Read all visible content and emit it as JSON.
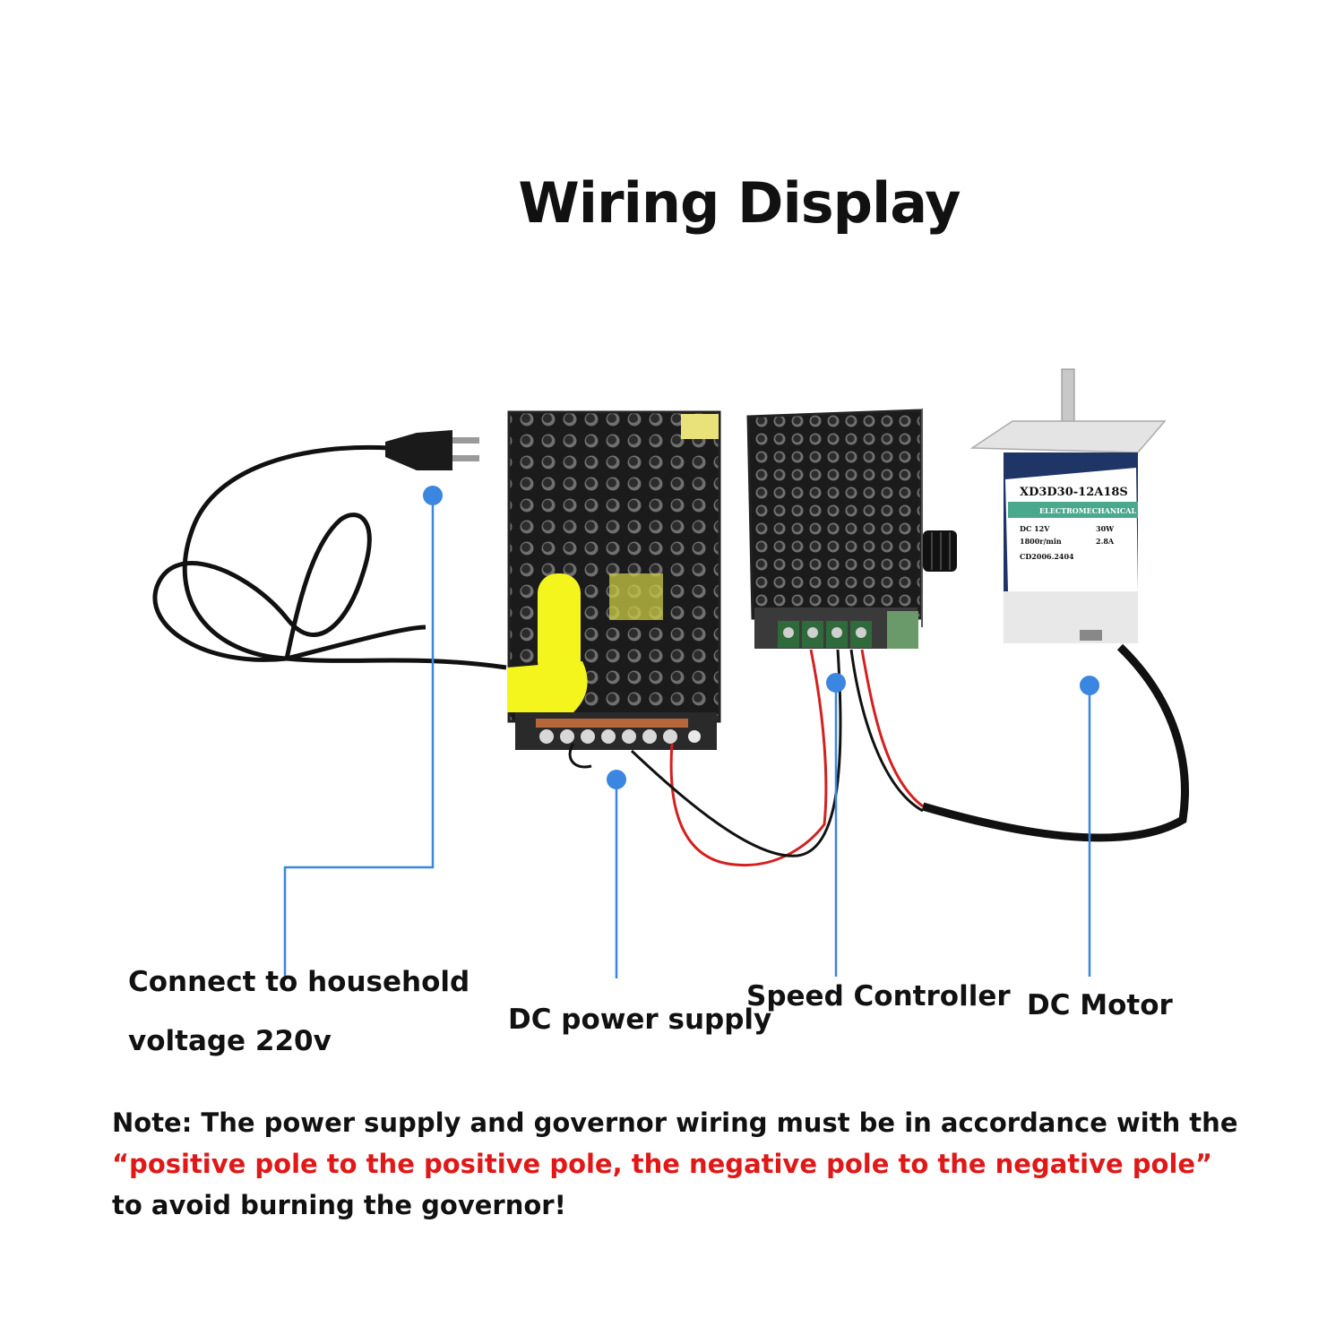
{
  "title": "Wiring Display",
  "labels": {
    "household_line1": "Connect to household",
    "household_line2": "voltage 220v",
    "power_supply": "DC power supply",
    "speed_controller": "Speed Controller",
    "motor": "DC Motor"
  },
  "note": {
    "line1": "Note: The power supply and governor wiring must be in accordance with the",
    "line2": "“positive pole to the positive pole, the negative pole to the negative pole”",
    "line3": "to avoid burning the governor!"
  },
  "motor_label": {
    "model": "XD3D30-12A18S",
    "brand": "ELECTROMECHANICAL",
    "voltage": "DC 12V",
    "power": "30W",
    "speed": "1800r/min",
    "current": "2.8A",
    "serial": "CD2006.2404"
  },
  "colors": {
    "callout": "#3a86e0",
    "wire_red": "#d42020",
    "wire_black": "#111111",
    "highlight": "#f5f51e",
    "motor_body": "#1f3565",
    "note_red": "#e01818"
  }
}
